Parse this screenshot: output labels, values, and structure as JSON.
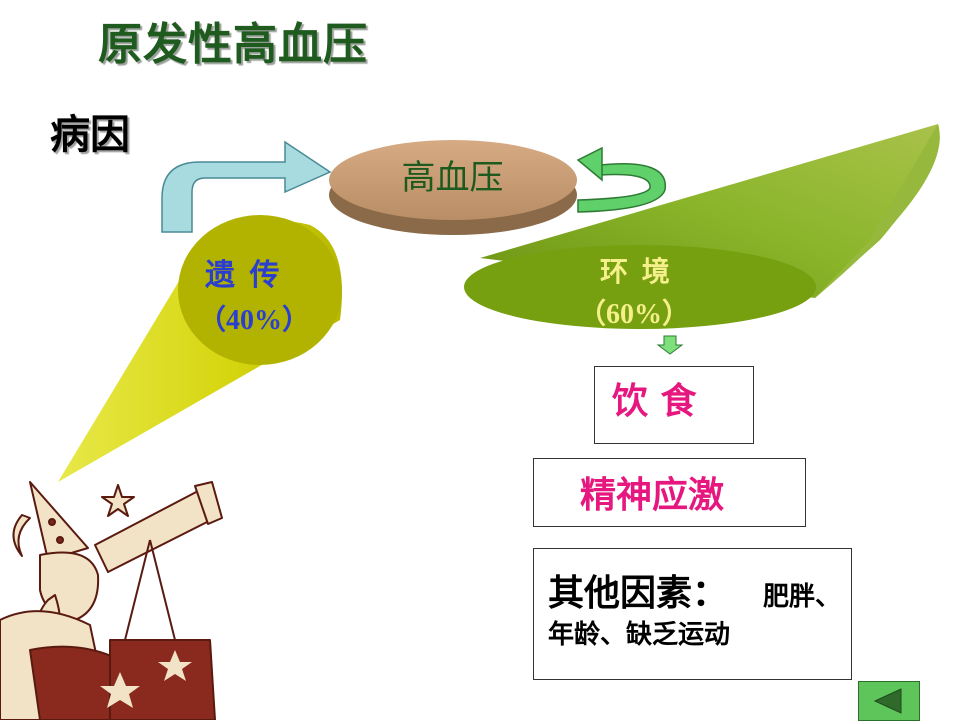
{
  "slide": {
    "title": "原发性高血压",
    "cause_heading": "病因",
    "center_label": "高血压",
    "genetics": {
      "label": "遗  传",
      "percent": "（40%）"
    },
    "environment": {
      "label": "环  境",
      "percent": "（60%）"
    },
    "factors": {
      "diet": "饮 食",
      "stress": "精神应激",
      "other_heading": "其他因素：",
      "other_items_1": "肥胖、",
      "other_items_2": "年龄、缺乏运动"
    }
  },
  "colors": {
    "title": "#1f5a1f",
    "genetics_text": "#2a3fd0",
    "environment_text": "#f5f08a",
    "factor_text": "#e6187f",
    "cone_yellow": "#d8d820",
    "cone_green": "#7fa81e",
    "oval_brown": "#c8a07a",
    "arrow_cyan": "#a8dbe0",
    "arrow_green": "#5fd06a",
    "back_button": "#5ec55a"
  },
  "icons": [
    "astronomer-telescope-icon",
    "back-arrow-icon",
    "down-arrow-icon",
    "curved-arrow-icon"
  ]
}
